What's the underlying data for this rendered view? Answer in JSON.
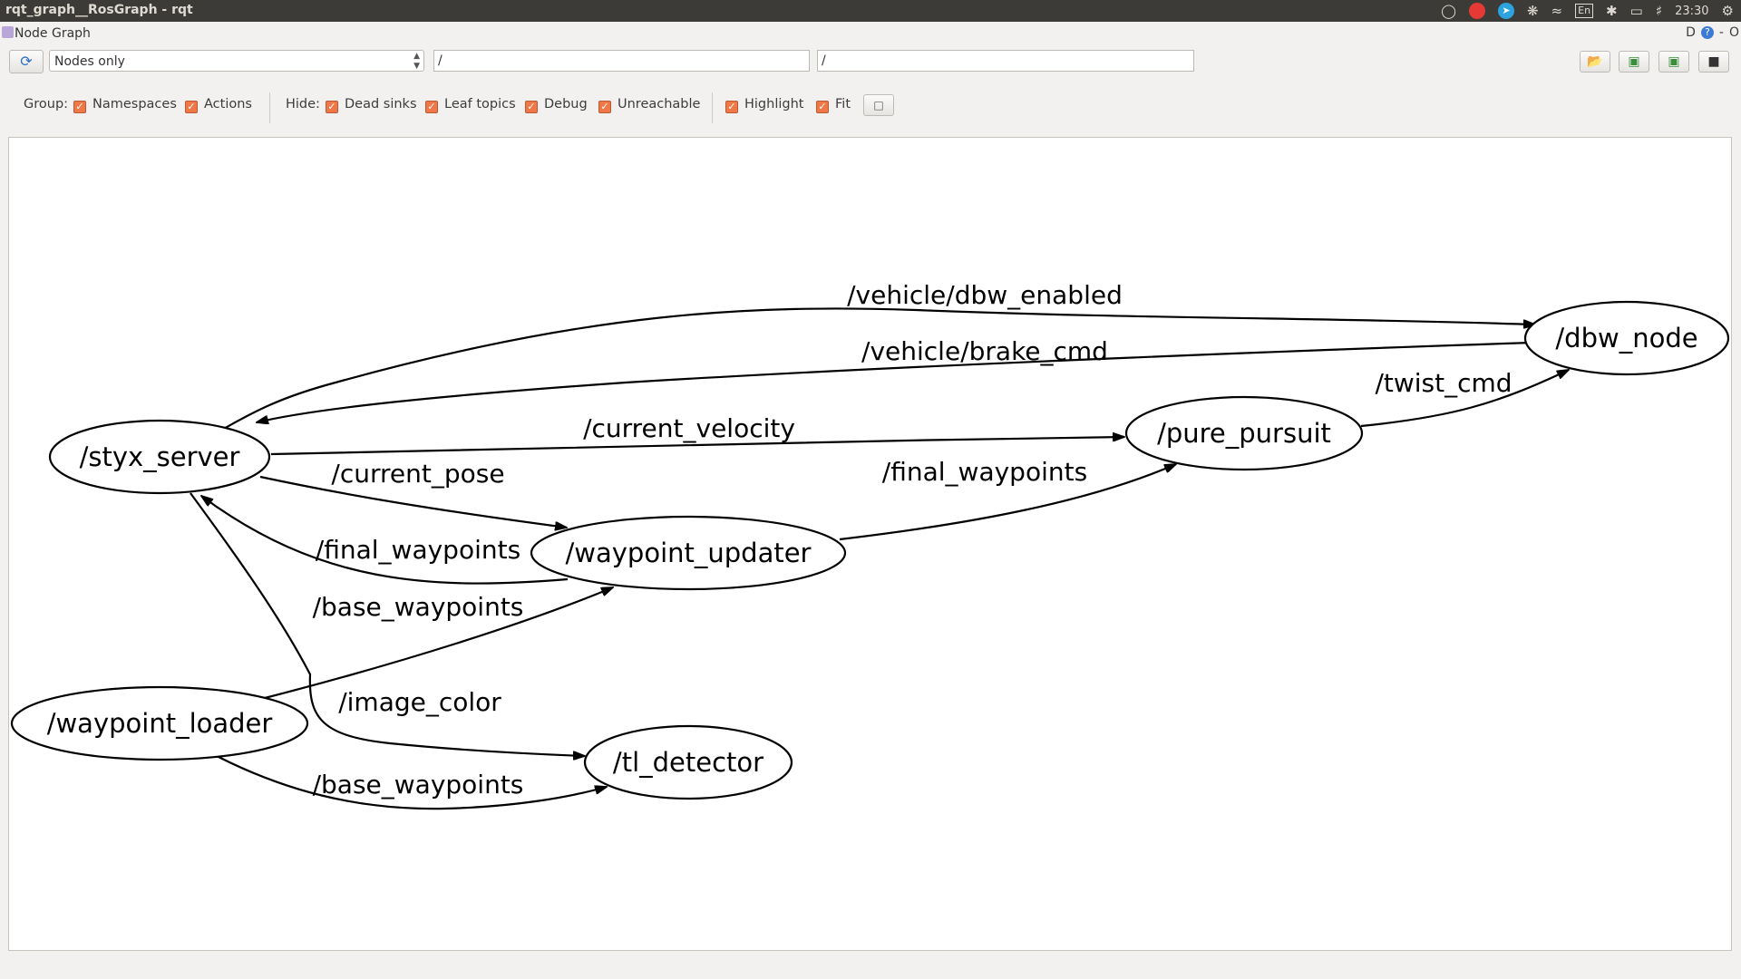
{
  "window": {
    "title": "rqt_graph__RosGraph - rqt"
  },
  "system_tray": {
    "icons": [
      "lightbulb-icon",
      "record-icon",
      "telegram-icon",
      "bluetooth-app-icon",
      "wifi-icon",
      "keyboard-layout-icon",
      "bluetooth-icon",
      "battery-icon",
      "volume-icon",
      "settings-gear-icon"
    ],
    "keyboard_layout": "En",
    "clock": "23:30"
  },
  "plugin": {
    "title": "Node Graph",
    "controls": "D",
    "minimize": "-",
    "close": "O"
  },
  "toolbar": {
    "graph_type": "Nodes only",
    "ns_filter": "/",
    "topic_filter": "/",
    "icons": [
      "refresh-icon",
      "load-icon",
      "save-dot-icon",
      "save-image-icon",
      "screenshot-icon"
    ]
  },
  "options": {
    "group_label": "Group:",
    "namespaces": "Namespaces",
    "actions": "Actions",
    "hide_label": "Hide:",
    "dead_sinks": "Dead sinks",
    "leaf_topics": "Leaf topics",
    "debug": "Debug",
    "unreachable": "Unreachable",
    "highlight": "Highlight",
    "fit": "Fit",
    "checked": true
  },
  "graph": {
    "nodes": {
      "styx_server": "/styx_server",
      "dbw_node": "/dbw_node",
      "pure_pursuit": "/pure_pursuit",
      "waypoint_updater": "/waypoint_updater",
      "waypoint_loader": "/waypoint_loader",
      "tl_detector": "/tl_detector"
    },
    "edges": [
      {
        "from": "/styx_server",
        "to": "/dbw_node",
        "topic": "/vehicle/dbw_enabled"
      },
      {
        "from": "/dbw_node",
        "to": "/styx_server",
        "topic": "/vehicle/brake_cmd"
      },
      {
        "from": "/pure_pursuit",
        "to": "/dbw_node",
        "topic": "/twist_cmd"
      },
      {
        "from": "/styx_server",
        "to": "/pure_pursuit",
        "topic": "/current_velocity"
      },
      {
        "from": "/styx_server",
        "to": "/waypoint_updater",
        "topic": "/current_pose"
      },
      {
        "from": "/waypoint_updater",
        "to": "/pure_pursuit",
        "topic": "/final_waypoints"
      },
      {
        "from": "/waypoint_updater",
        "to": "/styx_server",
        "topic": "/final_waypoints"
      },
      {
        "from": "/waypoint_loader",
        "to": "/waypoint_updater",
        "topic": "/base_waypoints"
      },
      {
        "from": "/styx_server",
        "to": "/tl_detector",
        "topic": "/image_color"
      },
      {
        "from": "/waypoint_loader",
        "to": "/tl_detector",
        "topic": "/base_waypoints"
      }
    ]
  }
}
